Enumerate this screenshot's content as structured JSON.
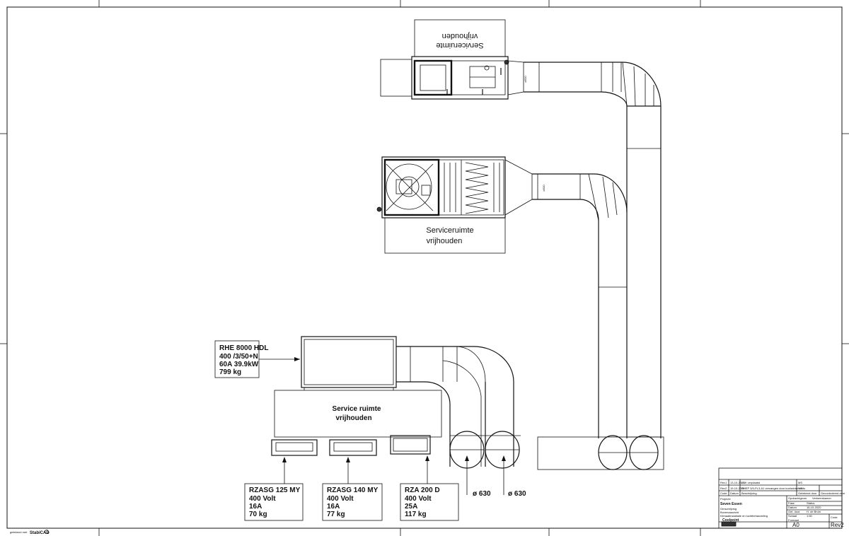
{
  "service_areas": {
    "top": [
      "Serviceruimte",
      "vrijhouden"
    ],
    "middle": [
      "Serviceruimte",
      "vrijhouden"
    ],
    "bottom": [
      "Service ruimte",
      "vrijhouden"
    ]
  },
  "duct_dimensions": {
    "top_unit": "ø500",
    "middle_unit": "ø500",
    "outlet_left": "ø 630",
    "outlet_right": "ø 630"
  },
  "units": {
    "rhe": [
      "RHE 8000 HDL",
      "400 /3/50+N",
      "60A 39.9kW",
      "799 kg"
    ],
    "rzasg125": [
      "RZASG 125 MY",
      "400 Volt",
      "16A",
      "70 kg"
    ],
    "rzasg140": [
      "RZASG 140 MY",
      "400 Volt",
      "16A",
      "77 kg"
    ],
    "rza200": [
      "RZA 200 D",
      "400 Volt",
      "25A",
      "117 kg"
    ]
  },
  "title_block": {
    "revisions": [
      {
        "rev": "Rev1",
        "date": "13-10-2020",
        "desc": "LBK verplaatst",
        "by": "MS"
      },
      {
        "rev": "Rev2",
        "date": "19-10-2020",
        "desc": "RHEP 3/5-PL3-A1 vervangen door koelwinter units",
        "by": "MS"
      }
    ],
    "rev_header": [
      "Code",
      "Datum",
      "Beschrijving",
      "Getekend door",
      "Gecontroleerd door"
    ],
    "project_label": "Projecte",
    "project_name": "Seven Essen",
    "client_label": "Opdrachtgever",
    "client_name": "Verkeerskamer",
    "description_label": "Omschrijving",
    "description": "Bovenaanzicht",
    "description2": "Klimaatinstallatie en luchtbehandeling",
    "company": "Coolpoint",
    "fields": [
      {
        "label": "Fase",
        "value": "Status"
      },
      {
        "label": "Datum",
        "value": "16-10-2020"
      },
      {
        "label": "Get. door",
        "value": "H. de Bruin"
      },
      {
        "label": "Schaal",
        "value": "1:50"
      }
    ],
    "format_label": "Formaat",
    "format": "A0",
    "code_label": "Code",
    "revision": "Rev2"
  },
  "footer": {
    "left": "getekend met",
    "software": "StabiCAD"
  }
}
